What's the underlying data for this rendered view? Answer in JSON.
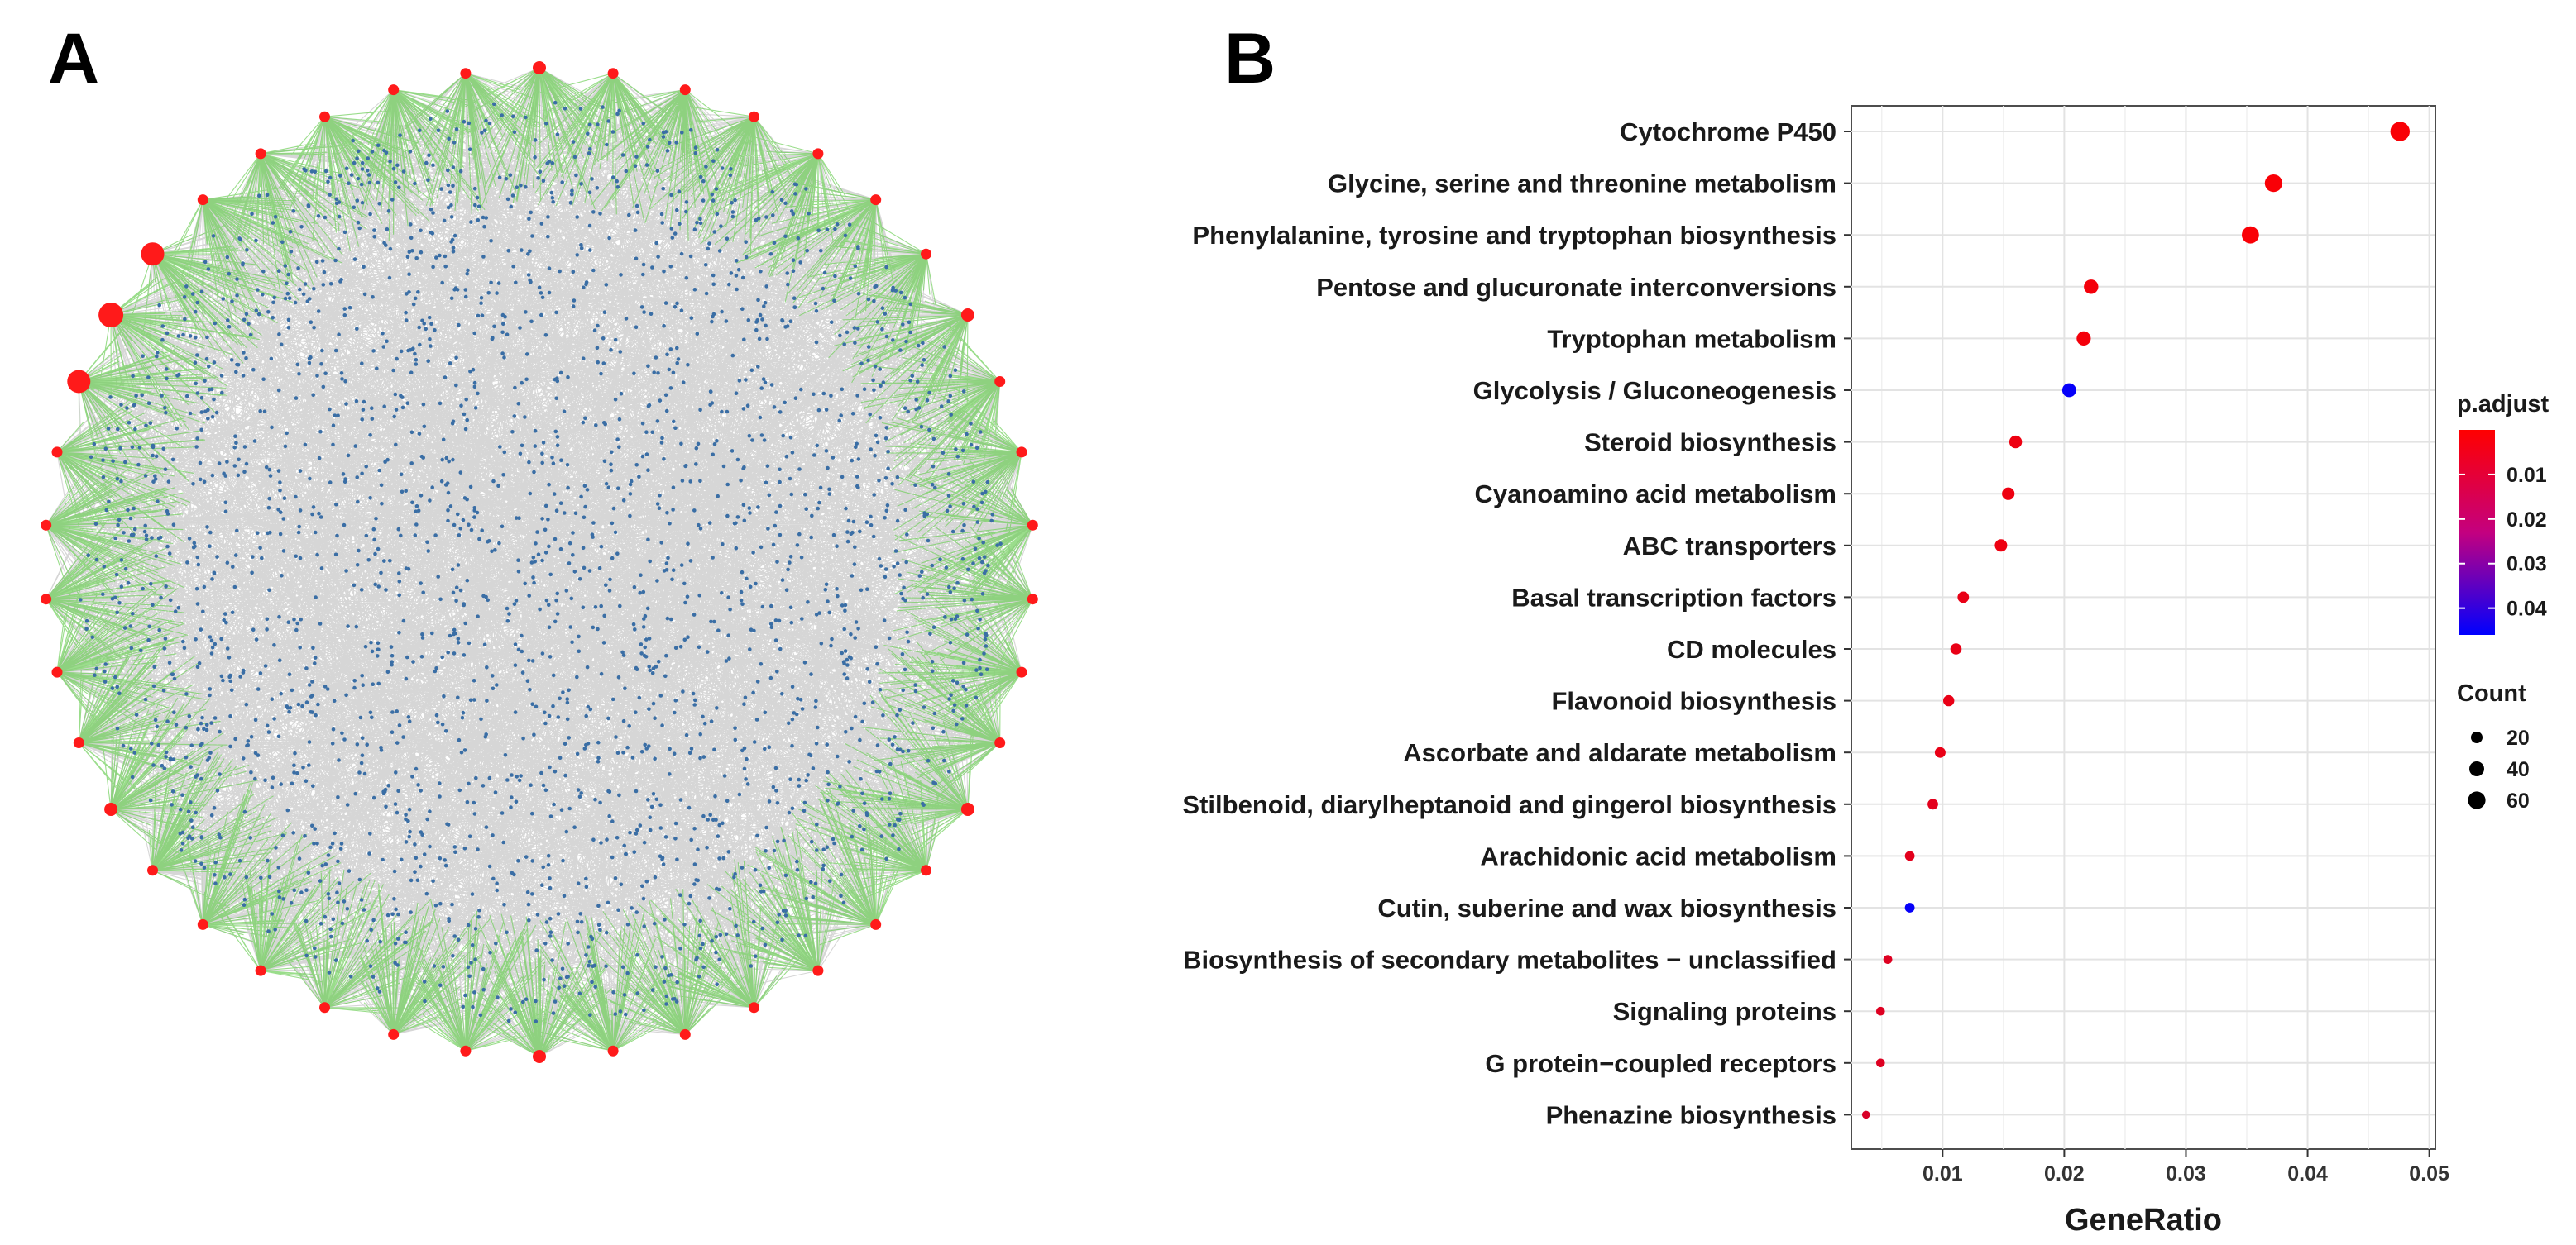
{
  "panels": {
    "a_label": "A",
    "b_label": "B"
  },
  "network": {
    "hub_color": "#ff1a1a",
    "node_color": "#3a6ea5",
    "edge_color_inner": "#c8c8c8",
    "edge_color_outer": "#6fcf5a"
  },
  "chart_data": {
    "type": "scatter",
    "subtype": "dot-plot",
    "title": "",
    "xlabel": "GeneRatio",
    "ylabel": "",
    "xlim": [
      0.0025,
      0.0505
    ],
    "xticks": [
      0.01,
      0.02,
      0.03,
      0.04,
      0.05
    ],
    "xtick_labels": [
      "0.01",
      "0.02",
      "0.03",
      "0.04",
      "0.05"
    ],
    "grid": true,
    "categories": [
      "Cytochrome P450",
      "Glycine, serine and threonine metabolism",
      "Phenylalanine, tyrosine and tryptophan biosynthesis",
      "Pentose and glucuronate interconversions",
      "Tryptophan metabolism",
      "Glycolysis / Gluconeogenesis",
      "Steroid biosynthesis",
      "Cyanoamino acid metabolism",
      "ABC transporters",
      "Basal transcription factors",
      "CD molecules",
      "Flavonoid biosynthesis",
      "Ascorbate and aldarate metabolism",
      "Stilbenoid, diarylheptanoid and gingerol biosynthesis",
      "Arachidonic acid metabolism",
      "Cutin, suberine and wax biosynthesis",
      "Biosynthesis of secondary metabolites − unclassified",
      "Signaling proteins",
      "G protein−coupled receptors",
      "Phenazine biosynthesis"
    ],
    "gene_ratio": [
      0.0476,
      0.0372,
      0.0353,
      0.0222,
      0.0216,
      0.0204,
      0.016,
      0.0154,
      0.0148,
      0.0117,
      0.0111,
      0.0105,
      0.0098,
      0.0092,
      0.0073,
      0.0073,
      0.0055,
      0.0049,
      0.0049,
      0.0037
    ],
    "count": [
      78,
      61,
      58,
      36,
      35,
      33,
      26,
      25,
      24,
      19,
      18,
      17,
      16,
      15,
      12,
      12,
      9,
      8,
      8,
      6
    ],
    "p_adjust": [
      0.001,
      0.001,
      0.001,
      0.002,
      0.002,
      0.045,
      0.003,
      0.003,
      0.003,
      0.004,
      0.004,
      0.004,
      0.004,
      0.005,
      0.005,
      0.045,
      0.006,
      0.006,
      0.006,
      0.007
    ],
    "legends": {
      "color": {
        "title": "p.adjust",
        "ticks": [
          0.01,
          0.02,
          0.03,
          0.04
        ],
        "tick_labels": [
          "0.01",
          "0.02",
          "0.03",
          "0.04"
        ],
        "range": [
          0.0,
          0.046
        ],
        "low_color": "#ff0000",
        "high_color": "#0000ff"
      },
      "size": {
        "title": "Count",
        "values": [
          20,
          40,
          60
        ],
        "labels": [
          "20",
          "40",
          "60"
        ]
      },
      "placement": "right"
    }
  }
}
